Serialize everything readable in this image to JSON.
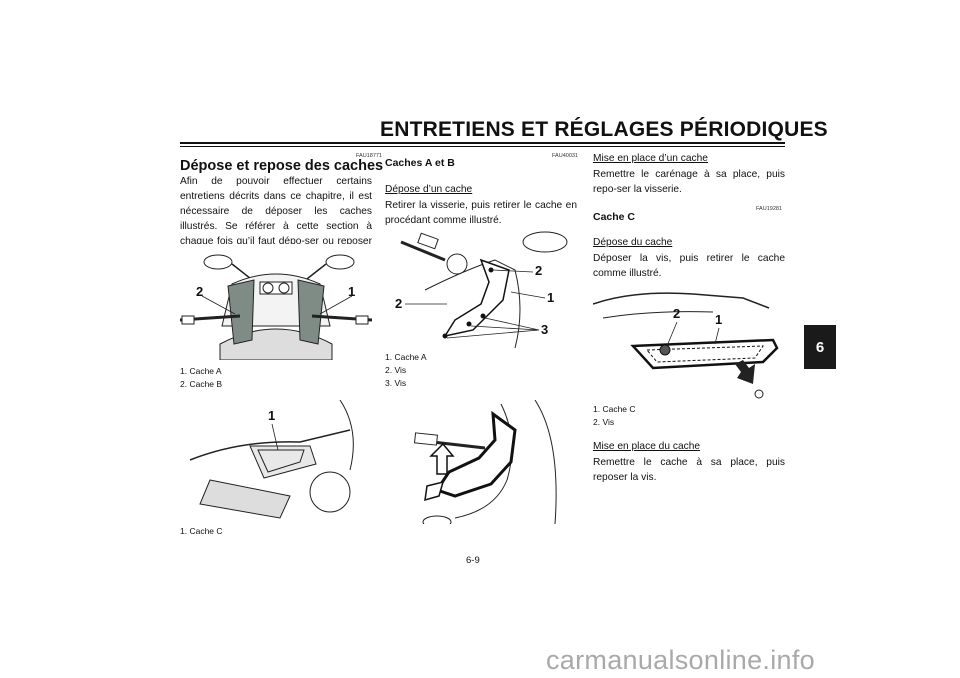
{
  "header": {
    "title": "ENTRETIENS ET RÉGLAGES PÉRIODIQUES"
  },
  "chapter_tab": "6",
  "page_number": "6-9",
  "watermark": "carmanualsonline.info",
  "col1": {
    "ref": "FAU18771",
    "title": "Dépose et repose des caches",
    "intro": "Afin de pouvoir effectuer certains entretiens décrits dans ce chapitre, il est nécessaire de déposer les caches illustrés. Se référer à cette section à chaque fois qu’il faut dépo-ser ou reposer un cache.",
    "fig1": {
      "callouts": [
        "2",
        "1"
      ],
      "captions": [
        "1. Cache A",
        "2. Cache B"
      ]
    },
    "fig2": {
      "callouts": [
        "1"
      ],
      "captions": [
        "1. Cache C"
      ]
    }
  },
  "col2": {
    "ref": "FAU40031",
    "title": "Caches A et B",
    "removal_heading": "Dépose d’un cache",
    "removal_text": "Retirer la visserie, puis retirer le cache en procédant comme illustré.",
    "fig1": {
      "callouts": [
        "2",
        "1",
        "2",
        "3"
      ],
      "captions": [
        "1. Cache A",
        "2. Vis",
        "3. Vis"
      ]
    }
  },
  "col3": {
    "install_heading": "Mise en place d’un cache",
    "install_text": "Remettre le carénage à sa place, puis repo-ser la visserie.",
    "ref": "FAU19281",
    "title": "Cache C",
    "removal_heading": "Dépose du cache",
    "removal_text": "Déposer la vis, puis retirer le cache comme illustré.",
    "fig1": {
      "callouts": [
        "2",
        "1"
      ],
      "captions": [
        "1. Cache C",
        "2. Vis"
      ]
    },
    "install2_heading": "Mise en place du cache",
    "install2_text": "Remettre le cache à sa place, puis reposer la vis."
  }
}
